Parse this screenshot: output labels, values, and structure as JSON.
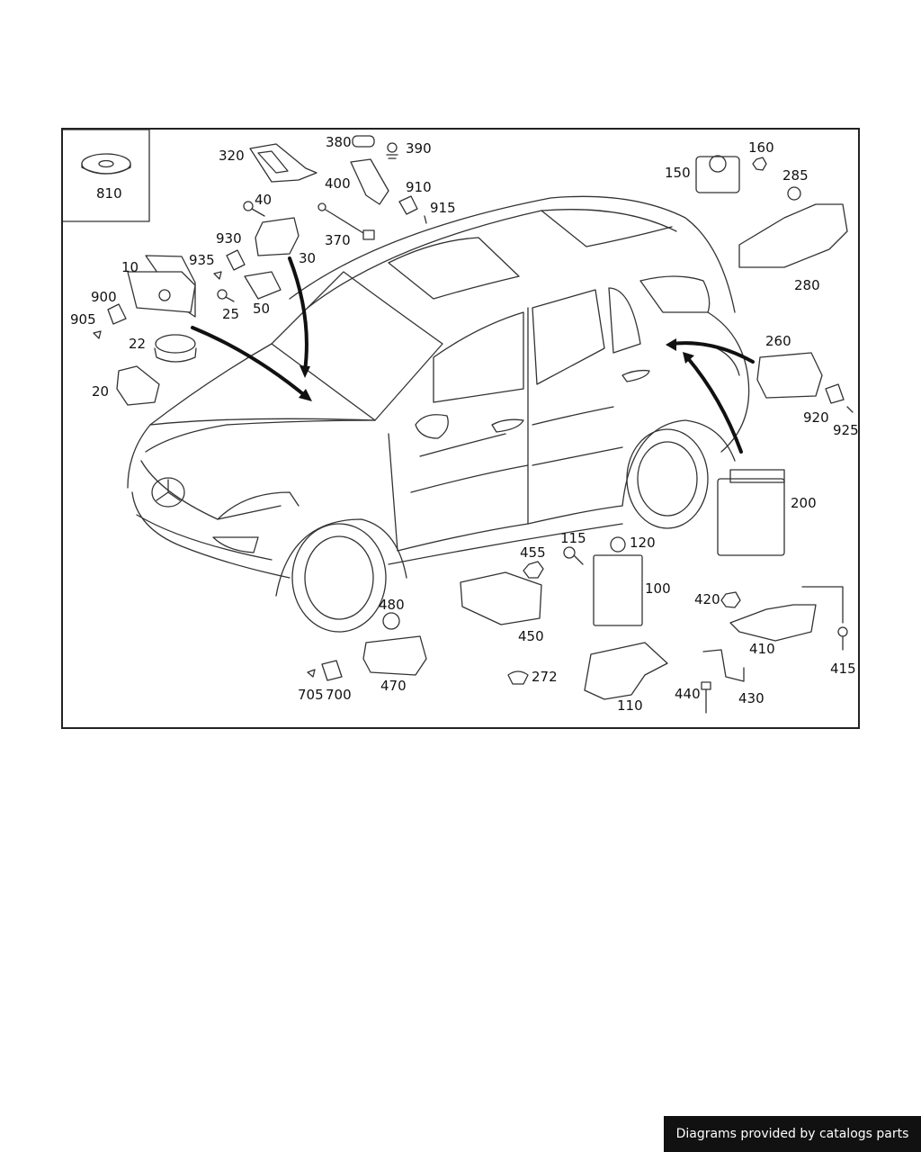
{
  "parts": {
    "p810": "810",
    "p320": "320",
    "p380": "380",
    "p390": "390",
    "p400": "400",
    "p910": "910",
    "p915": "915",
    "p40": "40",
    "p370": "370",
    "p930": "930",
    "p30": "30",
    "p935": "935",
    "p10": "10",
    "p900": "900",
    "p905": "905",
    "p25": "25",
    "p50": "50",
    "p22": "22",
    "p20": "20",
    "p150": "150",
    "p160": "160",
    "p285": "285",
    "p280": "280",
    "p260": "260",
    "p920": "920",
    "p925": "925",
    "p200": "200",
    "p115": "115",
    "p120": "120",
    "p455": "455",
    "p100": "100",
    "p450": "450",
    "p480": "480",
    "p470": "470",
    "p705": "705",
    "p700": "700",
    "p272": "272",
    "p110": "110",
    "p420": "420",
    "p410": "410",
    "p415": "415",
    "p440": "440",
    "p430": "430"
  },
  "footer": {
    "text": "Diagrams provided by catalogs parts"
  },
  "colors": {
    "line": "#222222",
    "background": "#ffffff",
    "footer_bg": "#111111",
    "footer_text": "#ffffff"
  }
}
